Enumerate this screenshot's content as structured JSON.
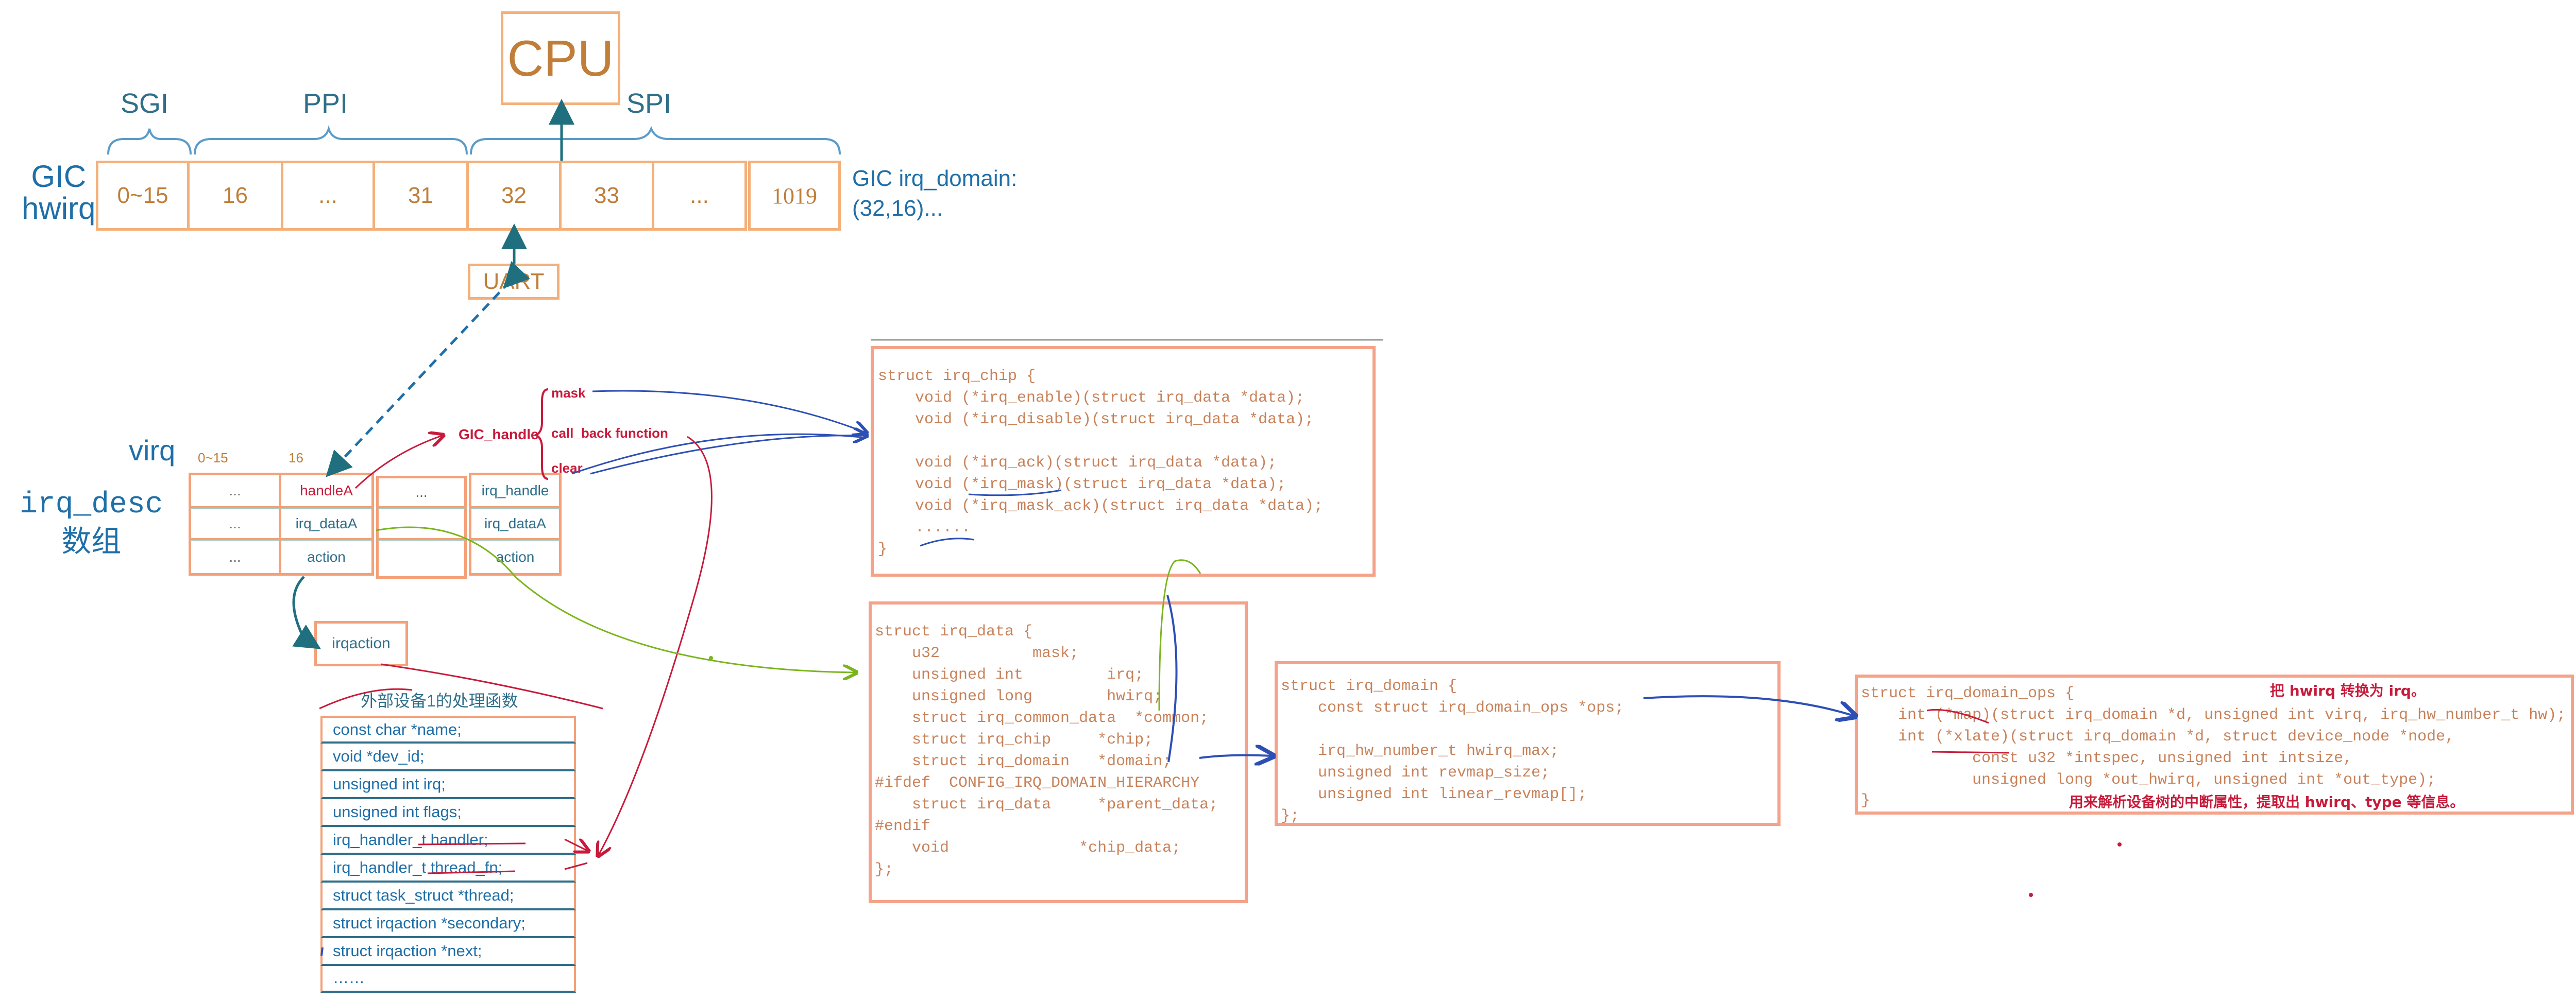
{
  "colors": {
    "orange": "#f4b07a",
    "cellText": "#c07e38",
    "blue": "#1f6fa8",
    "teal": "#2f6f8a",
    "red": "#c71b3b",
    "green": "#7ab51d",
    "codeText": "#c8825a",
    "codeBorder": "#f4a38a"
  },
  "gic": {
    "cpu": "CPU",
    "sgi": "SGI",
    "ppi": "PPI",
    "spi": "SPI",
    "label_line1": "GIC",
    "label_line2": "hwirq",
    "cells": [
      "0~15",
      "16",
      "...",
      "31",
      "32",
      "33",
      "...",
      "1019"
    ],
    "domain_line1": "GIC irq_domain:",
    "domain_line2": "(32,16)...",
    "uart": "UART"
  },
  "desc": {
    "virq": "virq",
    "label_line1": "irq_desc",
    "label_line2": "数组",
    "col_0_15": "0~15",
    "col_16": "16",
    "rows": [
      [
        "...",
        "handleA",
        "...",
        "irq_handle"
      ],
      [
        "...",
        "irq_dataA",
        "...",
        "irq_dataA"
      ],
      [
        "...",
        "action",
        "",
        "action"
      ]
    ]
  },
  "annotations": {
    "mask": "mask",
    "callback": "call_back function",
    "clear": "clear",
    "gic_handle": "GIC_handle"
  },
  "irqaction": {
    "box": "irqaction",
    "title": "外部设备1的处理函数",
    "fields": [
      "const char *name;",
      "void *dev_id;",
      "unsigned int irq;",
      "unsigned int flags;",
      "irq_handler_t handler;",
      "irq_handler_t thread_fn;",
      "struct task_struct *thread;",
      "struct irqaction *secondary;",
      "struct irqaction *next;",
      "……"
    ]
  },
  "irq_chip": {
    "lines": [
      "struct irq_chip {",
      "    void (*irq_enable)(struct irq_data *data);",
      "    void (*irq_disable)(struct irq_data *data);",
      "",
      "    void (*irq_ack)(struct irq_data *data);",
      "    void (*irq_mask)(struct irq_data *data);",
      "    void (*irq_mask_ack)(struct irq_data *data);",
      "    ......",
      "}"
    ]
  },
  "irq_data": {
    "lines": [
      "struct irq_data {",
      "    u32          mask;",
      "    unsigned int         irq;",
      "    unsigned long        hwirq;",
      "    struct irq_common_data  *common;",
      "    struct irq_chip     *chip;",
      "    struct irq_domain   *domain;",
      "#ifdef  CONFIG_IRQ_DOMAIN_HIERARCHY",
      "    struct irq_data     *parent_data;",
      "#endif",
      "    void              *chip_data;",
      "};"
    ]
  },
  "irq_domain": {
    "lines": [
      "struct irq_domain {",
      "    const struct irq_domain_ops *ops;",
      "",
      "    irq_hw_number_t hwirq_max;",
      "    unsigned int revmap_size;",
      "    unsigned int linear_revmap[];",
      "};"
    ]
  },
  "irq_domain_ops": {
    "lines": [
      "struct irq_domain_ops {",
      "    int (*map)(struct irq_domain *d, unsigned int virq, irq_hw_number_t hw);",
      "    int (*xlate)(struct irq_domain *d, struct device_node *node,",
      "            const u32 *intspec, unsigned int intsize,",
      "            unsigned long *out_hwirq, unsigned int *out_type);",
      "}"
    ],
    "note_map": "把 hwirq 转换为 irq。",
    "note_xlate": "用来解析设备树的中断属性，提取出 hwirq、type 等信息。"
  }
}
